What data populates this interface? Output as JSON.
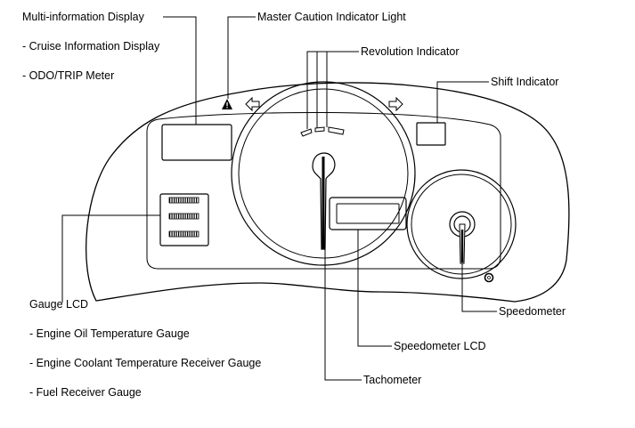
{
  "labels": {
    "multi_info_display": "Multi-information Display",
    "cruise_info_display": "- Cruise Information Display",
    "odo_trip_meter": "- ODO/TRIP Meter",
    "master_caution": "Master Caution Indicator Light",
    "revolution_indicator": "Revolution Indicator",
    "shift_indicator": "Shift Indicator",
    "gauge_lcd": "Gauge LCD",
    "engine_oil_temp": "- Engine Oil Temperature Gauge",
    "engine_coolant_temp": "- Engine Coolant Temperature Receiver Gauge",
    "fuel_receiver": "- Fuel Receiver Gauge",
    "speedometer": "Speedometer",
    "speedometer_lcd": "Speedometer LCD",
    "tachometer": "Tachometer"
  },
  "icons": {
    "caution": "warning-triangle-icon",
    "turn_left": "left-arrow-icon",
    "turn_right": "right-arrow-icon",
    "knob": "reset-knob-icon"
  }
}
